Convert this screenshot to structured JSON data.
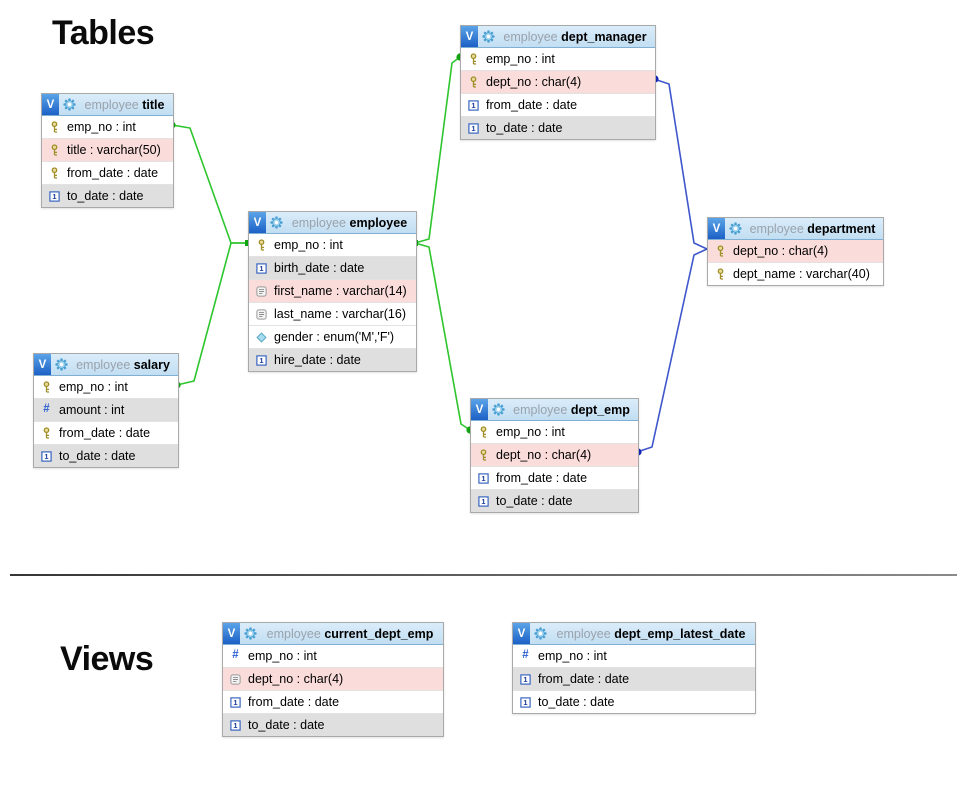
{
  "page": {
    "tables_heading": "Tables",
    "views_heading": "Views",
    "schema_name": "employee",
    "entity_badge_label": "V"
  },
  "colors": {
    "relationship_green": "#2ec52e",
    "relationship_green_dark": "#0fa50f",
    "relationship_blue": "#3f56cc",
    "relationship_blue_dark": "#1626b8",
    "header_top": "#daecfa",
    "header_bottom": "#c2def2",
    "badge_top": "#5aa4e8",
    "badge_bottom": "#1c60c6",
    "row_pink": "#fadcda",
    "row_gray": "#dfdfdf"
  },
  "tables": [
    {
      "id": "title",
      "prefix": "employee",
      "name": "title",
      "columns": [
        {
          "icon": "key-icon",
          "label": "emp_no : int",
          "bg": "white"
        },
        {
          "icon": "key-icon",
          "label": "title : varchar(50)",
          "bg": "pink"
        },
        {
          "icon": "key-icon",
          "label": "from_date : date",
          "bg": "white"
        },
        {
          "icon": "date-icon",
          "label": "to_date : date",
          "bg": "gray"
        }
      ]
    },
    {
      "id": "dept_manager",
      "prefix": "employee",
      "name": "dept_manager",
      "columns": [
        {
          "icon": "key-icon",
          "label": "emp_no : int",
          "bg": "white"
        },
        {
          "icon": "key-icon",
          "label": "dept_no : char(4)",
          "bg": "pink"
        },
        {
          "icon": "date-icon",
          "label": "from_date : date",
          "bg": "white"
        },
        {
          "icon": "date-icon",
          "label": "to_date : date",
          "bg": "gray"
        }
      ]
    },
    {
      "id": "employee",
      "prefix": "employee",
      "name": "employee",
      "columns": [
        {
          "icon": "key-icon",
          "label": "emp_no : int",
          "bg": "white"
        },
        {
          "icon": "date-icon",
          "label": "birth_date : date",
          "bg": "gray"
        },
        {
          "icon": "text-icon",
          "label": "first_name : varchar(14)",
          "bg": "pink"
        },
        {
          "icon": "text-icon",
          "label": "last_name : varchar(16)",
          "bg": "white"
        },
        {
          "icon": "enum-icon",
          "label": "gender : enum('M','F')",
          "bg": "white"
        },
        {
          "icon": "date-icon",
          "label": "hire_date : date",
          "bg": "gray"
        }
      ]
    },
    {
      "id": "salary",
      "prefix": "employee",
      "name": "salary",
      "columns": [
        {
          "icon": "key-icon",
          "label": "emp_no : int",
          "bg": "white"
        },
        {
          "icon": "numeric-icon",
          "label": "amount : int",
          "bg": "gray"
        },
        {
          "icon": "key-icon",
          "label": "from_date : date",
          "bg": "white"
        },
        {
          "icon": "date-icon",
          "label": "to_date : date",
          "bg": "gray"
        }
      ]
    },
    {
      "id": "dept_emp",
      "prefix": "employee",
      "name": "dept_emp",
      "columns": [
        {
          "icon": "key-icon",
          "label": "emp_no : int",
          "bg": "white"
        },
        {
          "icon": "key-icon",
          "label": "dept_no : char(4)",
          "bg": "pink"
        },
        {
          "icon": "date-icon",
          "label": "from_date : date",
          "bg": "white"
        },
        {
          "icon": "date-icon",
          "label": "to_date : date",
          "bg": "gray"
        }
      ]
    },
    {
      "id": "department",
      "prefix": "employee",
      "name": "department",
      "columns": [
        {
          "icon": "key-icon",
          "label": "dept_no : char(4)",
          "bg": "pink"
        },
        {
          "icon": "key-icon",
          "label": "dept_name : varchar(40)",
          "bg": "white"
        }
      ]
    }
  ],
  "views": [
    {
      "id": "current_dept_emp",
      "prefix": "employee",
      "name": "current_dept_emp",
      "columns": [
        {
          "icon": "numeric-icon",
          "label": "emp_no : int",
          "bg": "white"
        },
        {
          "icon": "text-icon",
          "label": "dept_no : char(4)",
          "bg": "pink"
        },
        {
          "icon": "date-icon",
          "label": "from_date : date",
          "bg": "white"
        },
        {
          "icon": "date-icon",
          "label": "to_date : date",
          "bg": "gray"
        }
      ]
    },
    {
      "id": "dept_emp_latest_date",
      "prefix": "employee",
      "name": "dept_emp_latest_date",
      "columns": [
        {
          "icon": "numeric-icon",
          "label": "emp_no : int",
          "bg": "white"
        },
        {
          "icon": "date-icon",
          "label": "from_date : date",
          "bg": "gray"
        },
        {
          "icon": "date-icon",
          "label": "to_date : date",
          "bg": "white"
        }
      ]
    }
  ],
  "relationships": [
    {
      "from": "title.emp_no",
      "to": "employee.emp_no",
      "color": "green"
    },
    {
      "from": "salary.emp_no",
      "to": "employee.emp_no",
      "color": "green"
    },
    {
      "from": "employee.emp_no",
      "to": "dept_manager.emp_no",
      "color": "green"
    },
    {
      "from": "employee.emp_no",
      "to": "dept_emp.emp_no",
      "color": "green"
    },
    {
      "from": "dept_manager.dept_no",
      "to": "department.dept_no",
      "color": "blue"
    },
    {
      "from": "dept_emp.dept_no",
      "to": "department.dept_no",
      "color": "blue"
    }
  ]
}
